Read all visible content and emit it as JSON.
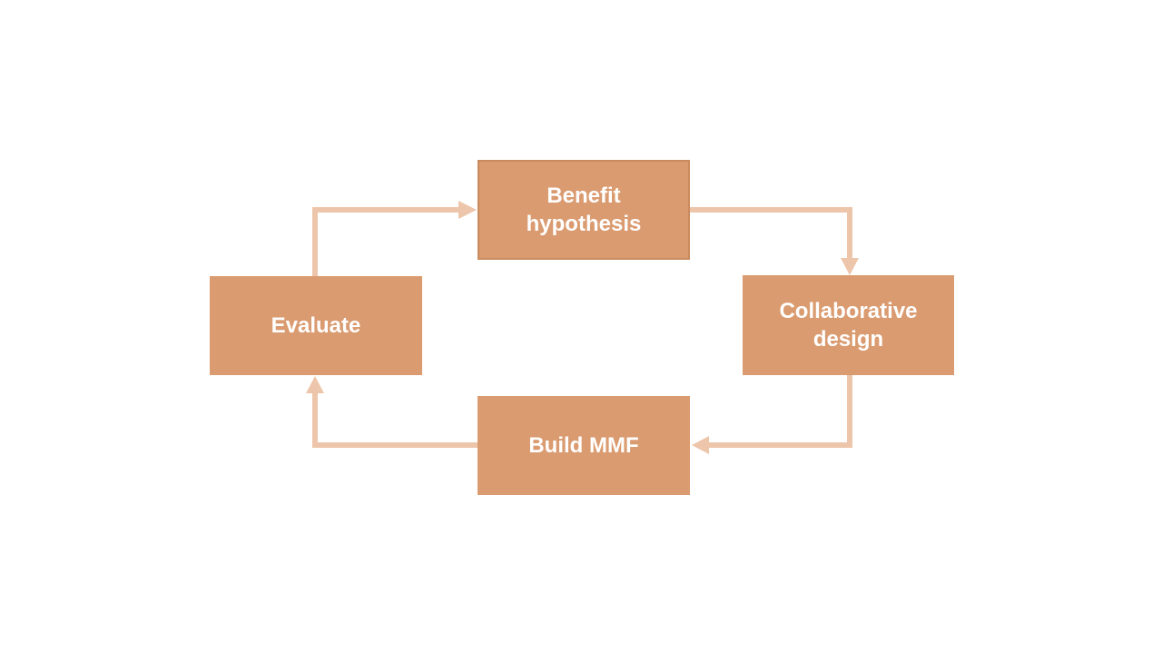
{
  "colors": {
    "box_fill": "#da9b70",
    "box_border": "#c98a5e",
    "connector": "#edc5aa",
    "text": "#ffffff",
    "background": "#ffffff"
  },
  "diagram": {
    "type": "cycle",
    "direction": "clockwise",
    "steps": [
      {
        "id": "benefit-hypothesis",
        "label": "Benefit\nhypothesis"
      },
      {
        "id": "collaborative-design",
        "label": "Collaborative\ndesign"
      },
      {
        "id": "build-mmf",
        "label": "Build MMF"
      },
      {
        "id": "evaluate",
        "label": "Evaluate"
      }
    ],
    "edges": [
      {
        "from": "benefit-hypothesis",
        "to": "collaborative-design"
      },
      {
        "from": "collaborative-design",
        "to": "build-mmf"
      },
      {
        "from": "build-mmf",
        "to": "evaluate"
      },
      {
        "from": "evaluate",
        "to": "benefit-hypothesis"
      }
    ]
  }
}
